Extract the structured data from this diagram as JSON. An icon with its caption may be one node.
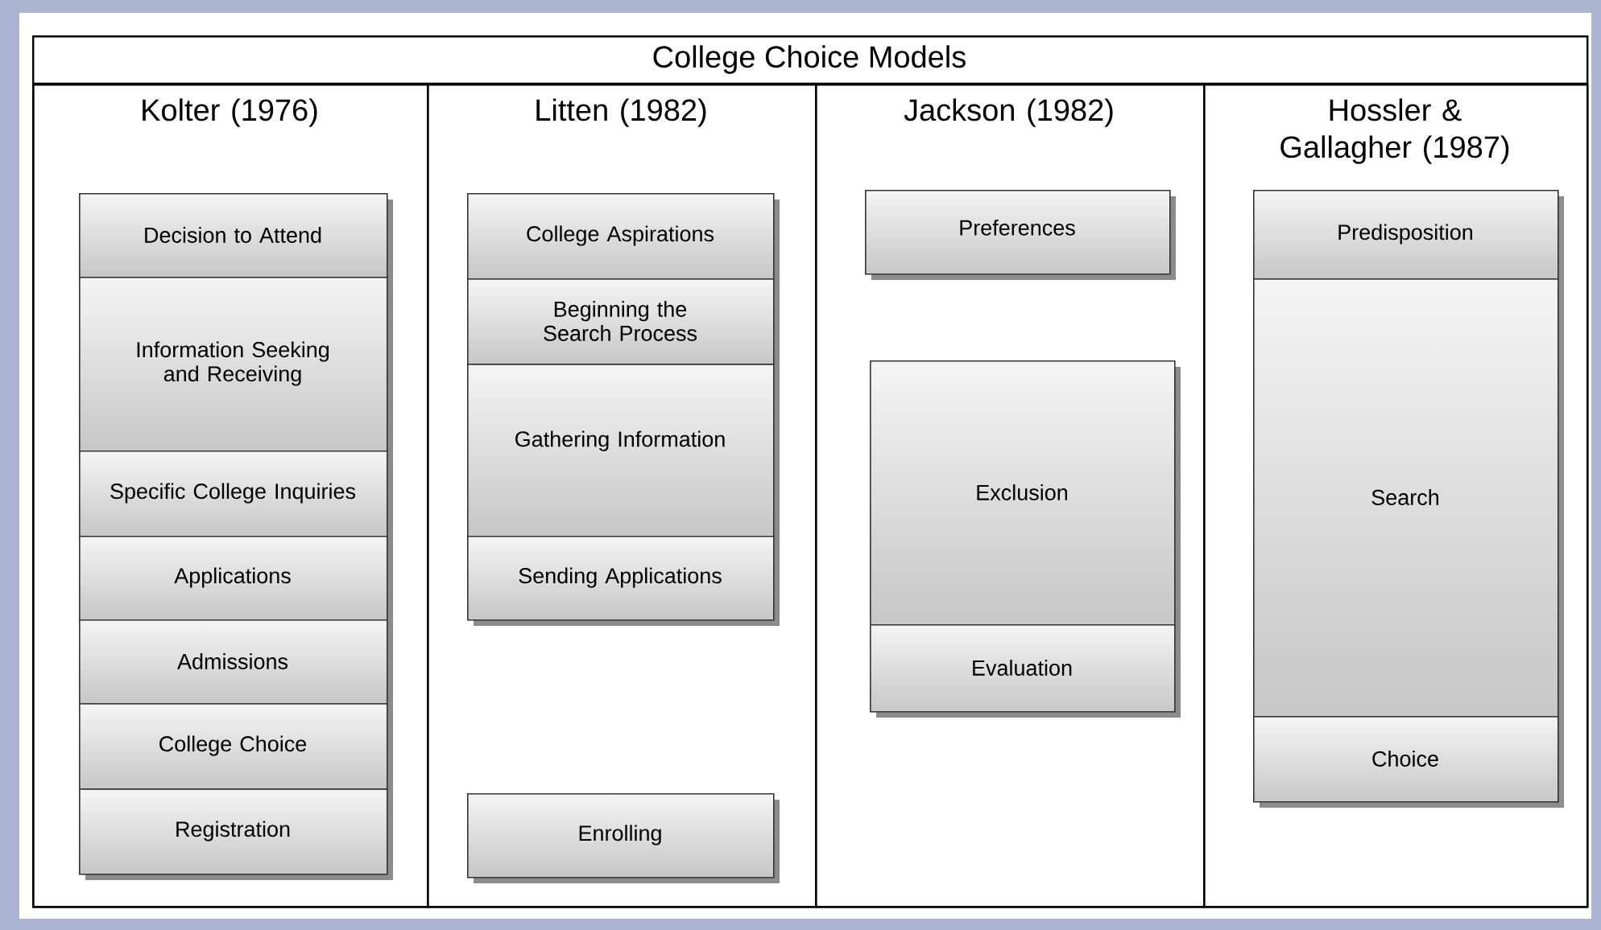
{
  "diagram": {
    "nodes": [
      {
        "text": [
          "College Choice Models"
        ]
      },
      {
        "text": [
          "Kolter (1976)"
        ],
        "in": 0
      },
      {
        "text": [
          "Decision to Attend"
        ],
        "in": 1
      },
      {
        "text": [
          "Information Seeking and Receiving"
        ],
        "in": 1
      },
      {
        "text": [
          "Specific College Inquiries"
        ],
        "in": 1
      },
      {
        "text": [
          "Applications"
        ],
        "in": 1
      },
      {
        "text": [
          "Admissions"
        ],
        "in": 1
      },
      {
        "text": [
          "College Choice"
        ],
        "in": 1
      },
      {
        "text": [
          "Registration"
        ],
        "in": 1
      },
      {
        "text": [
          "Litten (1982)"
        ],
        "in": 0
      },
      {
        "text": [
          "College Aspirations"
        ],
        "in": 9
      },
      {
        "text": [
          "Beginning the Search Process"
        ],
        "in": 9
      },
      {
        "text": [
          "Gathering Information"
        ],
        "in": 9
      },
      {
        "text": [
          "Sending Applications"
        ],
        "in": 9
      },
      {
        "text": [
          "Enrolling"
        ],
        "in": 9
      },
      {
        "text": [
          "Jackson (1982)"
        ],
        "in": 0
      },
      {
        "text": [
          "Preferences"
        ],
        "in": 15
      },
      {
        "text": [
          "Exclusion"
        ],
        "in": 15
      },
      {
        "text": [
          "Evaluation"
        ],
        "in": 15
      },
      {
        "text": [
          "Hossler & Gallagher (1987)"
        ],
        "in": 0
      },
      {
        "text": [
          "Predisposition"
        ],
        "in": 19
      },
      {
        "text": [
          "Search"
        ],
        "in": 19
      },
      {
        "text": [
          "Choice"
        ],
        "in": 19
      }
    ]
  }
}
